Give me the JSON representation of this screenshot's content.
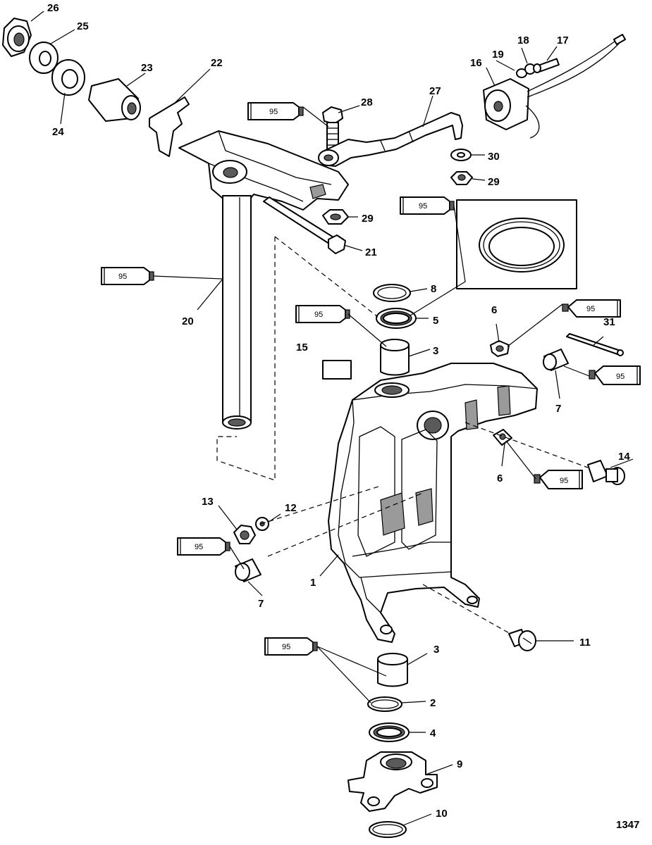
{
  "diagram": {
    "figure_number": "1347",
    "sealant_code": "95",
    "callouts": [
      "26",
      "25",
      "23",
      "22",
      "24",
      "28",
      "27",
      "19",
      "18",
      "17",
      "16",
      "30",
      "29",
      "29",
      "21",
      "20",
      "8",
      "5",
      "6",
      "31",
      "15",
      "3",
      "7",
      "14",
      "6",
      "13",
      "12",
      "1",
      "7",
      "11",
      "3",
      "2",
      "4",
      "9",
      "10"
    ]
  }
}
